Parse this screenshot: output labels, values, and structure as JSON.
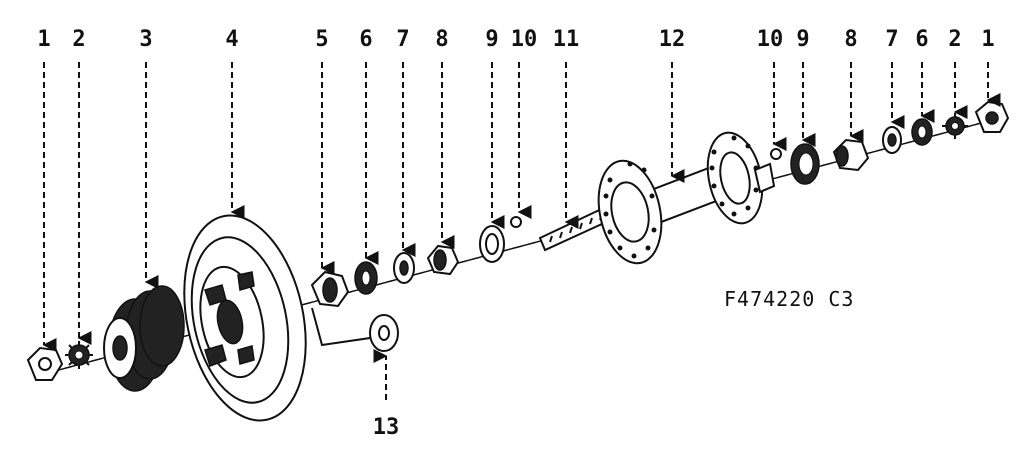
{
  "figure_code": "F474220 C3",
  "callouts": [
    {
      "id": "c1a",
      "label": "1"
    },
    {
      "id": "c2a",
      "label": "2"
    },
    {
      "id": "c3",
      "label": "3"
    },
    {
      "id": "c4",
      "label": "4"
    },
    {
      "id": "c5",
      "label": "5"
    },
    {
      "id": "c6a",
      "label": "6"
    },
    {
      "id": "c7a",
      "label": "7"
    },
    {
      "id": "c8a",
      "label": "8"
    },
    {
      "id": "c9a",
      "label": "9"
    },
    {
      "id": "c10a",
      "label": "10"
    },
    {
      "id": "c11",
      "label": "11"
    },
    {
      "id": "c12",
      "label": "12"
    },
    {
      "id": "c10b",
      "label": "10"
    },
    {
      "id": "c9b",
      "label": "9"
    },
    {
      "id": "c8b",
      "label": "8"
    },
    {
      "id": "c7b",
      "label": "7"
    },
    {
      "id": "c6b",
      "label": "6"
    },
    {
      "id": "c2b",
      "label": "2"
    },
    {
      "id": "c1b",
      "label": "1"
    },
    {
      "id": "c13",
      "label": "13"
    }
  ]
}
